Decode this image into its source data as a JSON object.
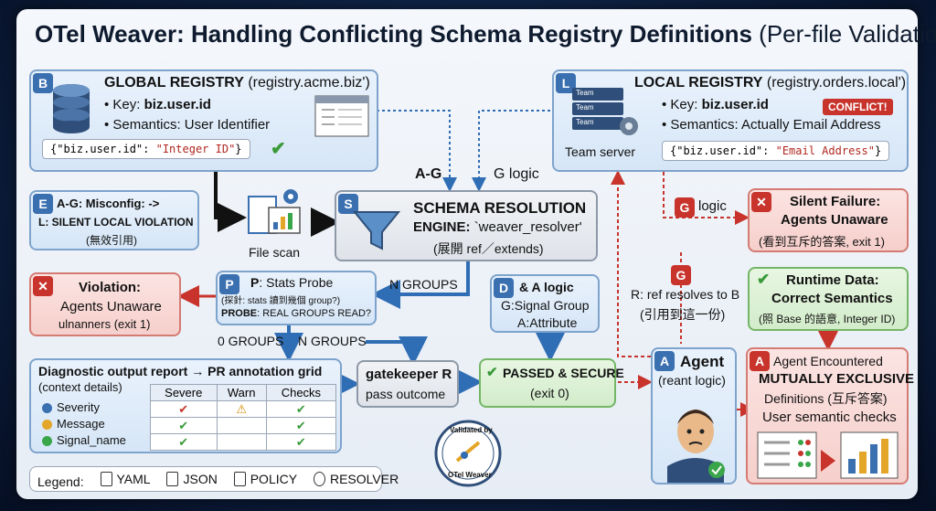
{
  "title": {
    "bold": "OTel Weaver: Handling Conflicting Schema Registry Definitions",
    "rest": " (Per-file Validation)"
  },
  "global_registry": {
    "badge": "B",
    "title": "GLOBAL REGISTRY",
    "subtitle": " (registry.acme.biz')",
    "key_label": "• Key: ",
    "key": "biz.user.id",
    "semantics": "• Semantics: User Identifier",
    "code_key": "{\"biz.user.id\": ",
    "code_val": "\"Integer ID\"",
    "code_end": "}"
  },
  "local_registry": {
    "badge": "L",
    "title": "LOCAL REGISTRY",
    "subtitle": " (registry.orders.local')",
    "key_label": "• Key: ",
    "key": "biz.user.id",
    "conflict": "CONFLICT!",
    "semantics": "• Semantics: Actually Email Address",
    "server_label": "Team server",
    "server_rows": [
      "Team",
      "Team",
      "Team"
    ],
    "code_key": "{\"biz.user.id\": ",
    "code_val": "\"Email Address\"",
    "code_end": "}"
  },
  "edge_labels": {
    "ag": "A-G",
    "g_logic": "G logic",
    "n_groups_1": "N GROUPS",
    "zero_groups": "0 GROUPS",
    "n_groups_2": "N GROUPS",
    "g_logic_2": "logic",
    "g_badge": "G",
    "g_badge_2": "G",
    "ref_1": "R: ref resolves to B",
    "ref_2": "(引用到這一份)"
  },
  "misconfig": {
    "badge": "E",
    "line1": "A-G: Misconfig: ->",
    "line2": "L: SILENT LOCAL VIOLATION",
    "line3": "(無效引用)"
  },
  "file_scan": {
    "label": "File scan"
  },
  "engine": {
    "badge": "S",
    "line1": "SCHEMA RESOLUTION",
    "line2_bold": "ENGINE: ",
    "line2_rest": "`weaver_resolver'",
    "line3": "(展開 ref／extends)"
  },
  "violation": {
    "icon": "✕",
    "line1": "Violation:",
    "line2": "Agents Unaware",
    "line3": "ulnanners (exit 1)"
  },
  "stats_probe": {
    "badge": "P",
    "line1_bold": "P",
    "line1_rest": ": Stats Probe",
    "line2": "(探針: stats 讀到幾個 group?)",
    "line3_bold": "PROBE",
    "line3_rest": ": REAL GROUPS READ?"
  },
  "logic_box": {
    "badge": "D",
    "line1": "& A logic",
    "line2": "G:Signal Group",
    "line3": "A:Attribute"
  },
  "diagnostic": {
    "title": "Diagnostic output report → PR annotation grid",
    "subtitle": "(context details)",
    "columns": [
      "Severe",
      "Warn",
      "Checks"
    ],
    "rows": [
      {
        "label": "Severity",
        "color": "#3a6fb0",
        "cells": [
          "✔",
          "⚠",
          "✔"
        ]
      },
      {
        "label": "Message",
        "color": "#e3a629",
        "cells": [
          "✔",
          "",
          "✔"
        ]
      },
      {
        "label": "Signal_name",
        "color": "#3aa64a",
        "cells": [
          "✔",
          "",
          "✔"
        ]
      }
    ]
  },
  "gatekeeper": {
    "line1": "gatekeeper R",
    "line2": "pass outcome"
  },
  "passed": {
    "icon": "✔",
    "line1": "PASSED & SECURE",
    "line2": "(exit 0)"
  },
  "seal": {
    "line1": "Validated by",
    "line2": "OTel Weaver"
  },
  "agent": {
    "badge": "A",
    "title": "Agent",
    "sub": "(reant logic)"
  },
  "silent_failure": {
    "icon": "✕",
    "line1": "Silent Failure:",
    "line2": "Agents Unaware",
    "line3": "(看到互斥的答案, exit 1)"
  },
  "runtime": {
    "icon": "✔",
    "line1": "Runtime Data:",
    "line2": "Correct Semantics",
    "line3": "(照 Base 的語意, Integer ID)"
  },
  "encountered": {
    "badge": "A",
    "line1": "Agent Encountered",
    "line2": "MUTUALLY EXCLUSIVE",
    "line3": "Definitions (互斥答案)",
    "line4": "User semantic checks"
  },
  "legend": {
    "label": "Legend:",
    "items": [
      "YAML",
      "JSON",
      "POLICY",
      "RESOLVER"
    ]
  },
  "colors": {
    "accent": "#3a6fb0",
    "danger": "#c8332b",
    "success": "#3aa64a",
    "flow": "#111111",
    "flow_blue": "#2f6db5"
  }
}
